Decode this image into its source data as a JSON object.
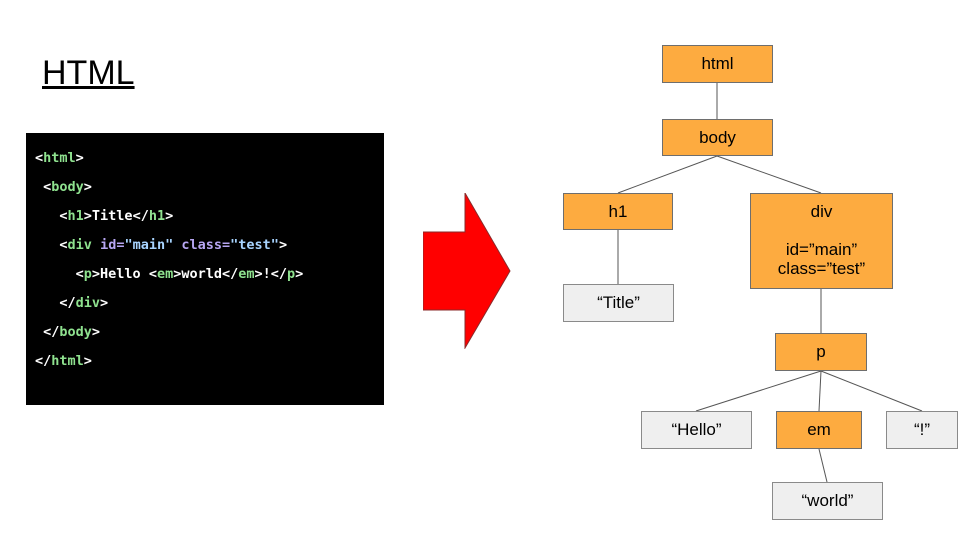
{
  "heading": "HTML",
  "code_lines": [
    {
      "indent": "",
      "parts": [
        {
          "t": "<",
          "c": "plain"
        },
        {
          "t": "html",
          "c": "tag"
        },
        {
          "t": ">",
          "c": "plain"
        }
      ]
    },
    {
      "indent": " ",
      "parts": [
        {
          "t": "<",
          "c": "plain"
        },
        {
          "t": "body",
          "c": "tag"
        },
        {
          "t": ">",
          "c": "plain"
        }
      ]
    },
    {
      "indent": "   ",
      "parts": [
        {
          "t": "<",
          "c": "plain"
        },
        {
          "t": "h1",
          "c": "tag"
        },
        {
          "t": ">Title</",
          "c": "plain"
        },
        {
          "t": "h1",
          "c": "tag"
        },
        {
          "t": ">",
          "c": "plain"
        }
      ]
    },
    {
      "indent": "   ",
      "parts": [
        {
          "t": "<",
          "c": "plain"
        },
        {
          "t": "div",
          "c": "tag"
        },
        {
          "t": " ",
          "c": "plain"
        },
        {
          "t": "id=",
          "c": "attr"
        },
        {
          "t": "\"main\"",
          "c": "val"
        },
        {
          "t": " ",
          "c": "plain"
        },
        {
          "t": "class=",
          "c": "attr"
        },
        {
          "t": "\"test\"",
          "c": "val"
        },
        {
          "t": ">",
          "c": "plain"
        }
      ]
    },
    {
      "indent": "     ",
      "parts": [
        {
          "t": "<",
          "c": "plain"
        },
        {
          "t": "p",
          "c": "tag"
        },
        {
          "t": ">Hello <",
          "c": "plain"
        },
        {
          "t": "em",
          "c": "tag"
        },
        {
          "t": ">world</",
          "c": "plain"
        },
        {
          "t": "em",
          "c": "tag"
        },
        {
          "t": ">!</",
          "c": "plain"
        },
        {
          "t": "p",
          "c": "tag"
        },
        {
          "t": ">",
          "c": "plain"
        }
      ]
    },
    {
      "indent": "   ",
      "parts": [
        {
          "t": "</",
          "c": "plain"
        },
        {
          "t": "div",
          "c": "tag"
        },
        {
          "t": ">",
          "c": "plain"
        }
      ]
    },
    {
      "indent": " ",
      "parts": [
        {
          "t": "</",
          "c": "plain"
        },
        {
          "t": "body",
          "c": "tag"
        },
        {
          "t": ">",
          "c": "plain"
        }
      ]
    },
    {
      "indent": "",
      "parts": [
        {
          "t": "</",
          "c": "plain"
        },
        {
          "t": "html",
          "c": "tag"
        },
        {
          "t": ">",
          "c": "plain"
        }
      ]
    }
  ],
  "colors": {
    "element_node": "#fdab40",
    "text_node": "#efefef",
    "arrow": "#ff0000",
    "code_bg": "#000000",
    "code_tag": "#8fe28f",
    "code_attr": "#b7a6f2",
    "code_value": "#a8d4ff"
  },
  "tree": {
    "html": "html",
    "body": "body",
    "h1": "h1",
    "title_text": "“Title”",
    "div": {
      "name": "div",
      "id_attr": "id=”main”",
      "class_attr": "class=”test”"
    },
    "p": "p",
    "hello_text": "“Hello”",
    "em": "em",
    "bang_text": "“!”",
    "world_text": "“world”"
  }
}
